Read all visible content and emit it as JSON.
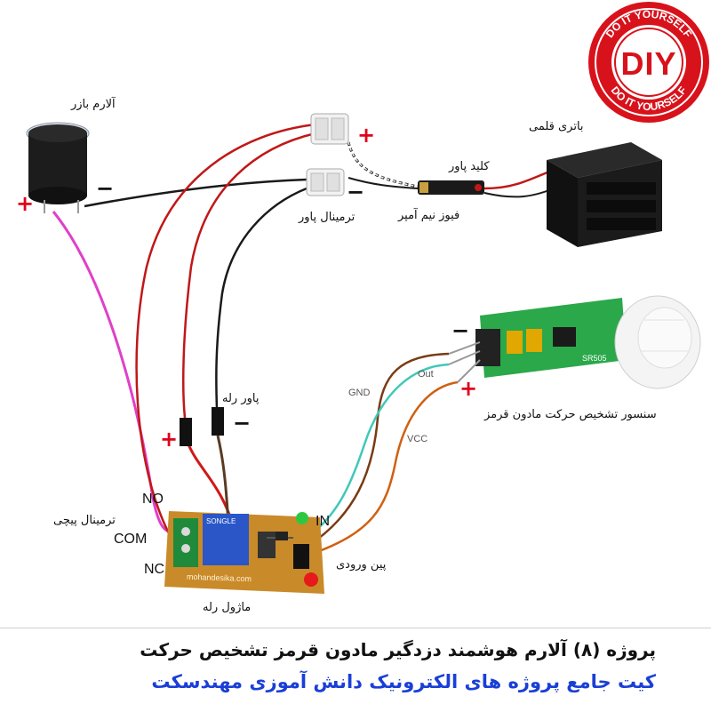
{
  "logo": {
    "center_text": "DIY",
    "ring_text_top": "DO IT YOURSELF",
    "ring_text_bottom": "DO IT YOURSELF",
    "color": "#d8121b"
  },
  "labels": {
    "buzzer": "آلارم بازر",
    "battery": "باتری قلمی",
    "power_switch": "کلید پاور",
    "fuse": "فیوز نیم آمپر",
    "power_terminal": "ترمینال پاور",
    "relay_power": "پاور رله",
    "pir_sensor": "سنسور تشخیص  حرکت مادون قرمز",
    "screw_terminal": "ترمینال پیچی",
    "relay_module": "ماژول رله",
    "input_pin": "پین ورودی"
  },
  "relay_pins": {
    "no": "NO",
    "com": "COM",
    "nc": "NC",
    "in": "IN"
  },
  "wire_labels": {
    "gnd": "GND",
    "out": "Out",
    "vcc": "VCC"
  },
  "board_text": {
    "relay_brand": "SONGLE",
    "website": "mohandesika.com",
    "pir_model": "SR505"
  },
  "footer": {
    "title": "پروژه (۸) آلارم هوشمند دزدگیر مادون قرمز تشخیص حرکت",
    "subtitle": "کیت جامع پروژه های الکترونیک دانش آموزی مهندسکت"
  },
  "colors": {
    "wire_red": "#c01818",
    "wire_black": "#1a1a1a",
    "wire_magenta": "#e040c8",
    "wire_brown": "#7a3b14",
    "wire_cyan": "#40c8b8",
    "wire_orange": "#d06010",
    "relay_board": "#c98a2a",
    "pir_board": "#2aa84a",
    "accent_red": "#e0001b",
    "footer_blue": "#1a3fd6"
  }
}
